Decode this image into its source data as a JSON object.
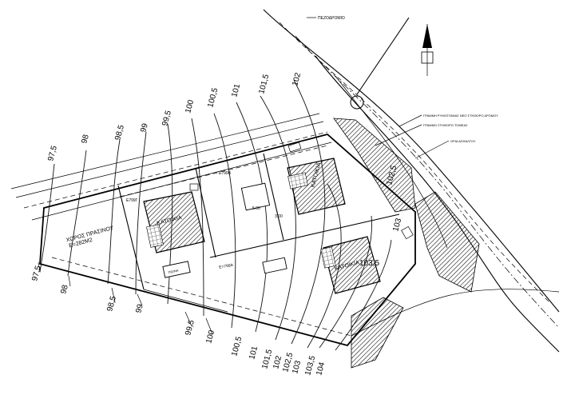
{
  "labels": {
    "sidewalk": "ΠΕΖΟΔΡΟΜΙΟ",
    "building_line_new_road": "ΓΡΑΜΜΗ ΡΥΜΟΤΟΜΙΑΣ ΝΕΟ ΣΤΗΘΟΡΟ ΔΡΟΜΟΥ",
    "building_line_plot": "ΓΡΑΜΜΟ ΣΤΗΘΟΡΟ ΤΟΜΕΑΣ",
    "asphalt_edge": "ΟΡΙΑ ΑΣΦΑΛΤΟΥ",
    "green_space": "ΧΩΡΟΣ ΠΡΑΣΙΝΟΥ",
    "green_area": "Ε=282Μ2",
    "house_a": "ΚΑΤΟΙΚΙΑ",
    "house_b": "ΚΑΤΟΙΚΙΑ",
    "house_c": "ΚΑΤΟΙΚΙΑ",
    "pool": "ΠΙΣΙΝΑ",
    "plot_a": "Ε799Α",
    "plot_b": "Ε799Β",
    "plot_c": "Ε799Γ",
    "plot_a_eq": "Ε=799Α",
    "dim_center": "5.00",
    "dim_right": "3.00"
  },
  "contours_top": [
    "97,5",
    "98",
    "98,5",
    "99",
    "99,5",
    "100",
    "100,5",
    "101",
    "101,5",
    "102",
    "102,5",
    "103",
    "103,5"
  ],
  "contours_bottom": [
    "97,5",
    "98",
    "98,5",
    "99",
    "99,5",
    "100",
    "100,5",
    "101",
    "101,5",
    "102",
    "102,5",
    "103",
    "103,5",
    "104"
  ]
}
